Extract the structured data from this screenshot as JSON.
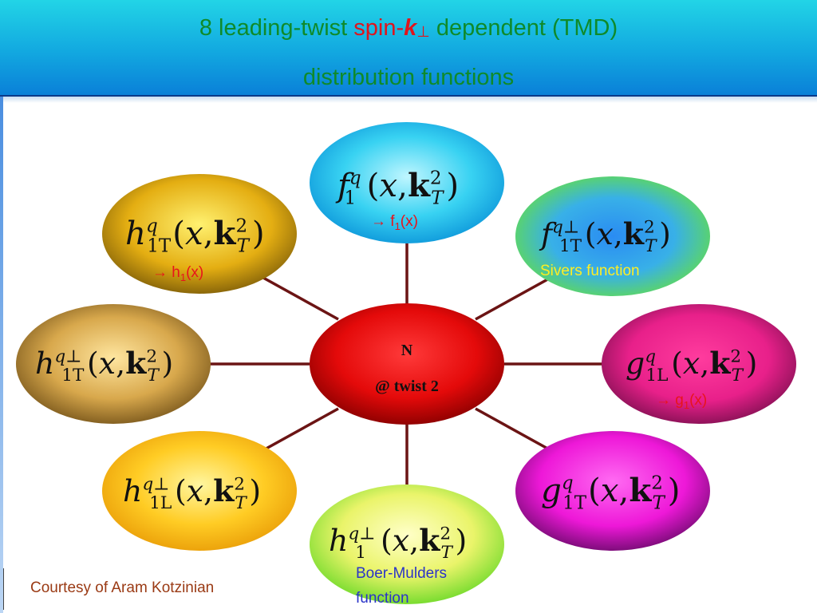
{
  "header": {
    "title_pre": "8 leading-twist ",
    "title_spin": "spin-",
    "title_k": "k",
    "title_perp": "⊥",
    "title_post": " dependent (TMD)",
    "title_line2": "distribution functions"
  },
  "center": {
    "line1": "N",
    "line2": "@ twist 2"
  },
  "nodes": {
    "f1": {
      "base": "f",
      "sub": "1",
      "sup": "q"
    },
    "f1T": {
      "base": "f",
      "sub": "1T",
      "sup": "q⊥"
    },
    "g1L": {
      "base": "g",
      "sub": "1L",
      "sup": "q"
    },
    "g1T": {
      "base": "g",
      "sub": "1T",
      "sup": "q"
    },
    "h1": {
      "base": "h",
      "sub": "1",
      "sup": "q⊥"
    },
    "h1Lp": {
      "base": "h",
      "sub": "1L",
      "sup": "q⊥"
    },
    "h1Tp": {
      "base": "h",
      "sub": "1T",
      "sup": "q⊥"
    },
    "h1T": {
      "base": "h",
      "sub": "1T",
      "sup": "q"
    }
  },
  "formula_args": {
    "open": "(",
    "x": "x",
    "comma": ",",
    "k": "k",
    "k_sup": "2",
    "k_sub": "T",
    "close": ")"
  },
  "labels": {
    "f1": {
      "arrow": "→",
      "base": " f",
      "sub": "1",
      "tail": "(x)"
    },
    "h1T": {
      "arrow": "→",
      "base": " h",
      "sub": "1",
      "tail": "(x)"
    },
    "g1L": {
      "arrow": "→",
      "base": " g",
      "sub": "1",
      "tail": "(x)"
    },
    "sivers": "Sivers function",
    "boer1": "Boer-Mulders",
    "boer2": "function"
  },
  "colors": {
    "label_red": "#e8141c",
    "sivers_yellow": "#ffee22",
    "boer_blue": "#2a34c8",
    "connector": "#6b1414"
  },
  "footer": {
    "courtesy": "Courtesy of Aram Kotzinian"
  }
}
